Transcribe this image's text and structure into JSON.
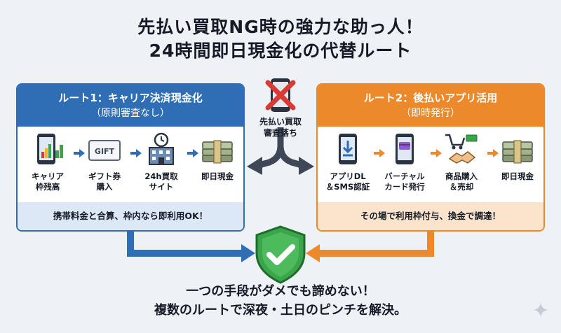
{
  "title": {
    "line1": "先払い買取NG時の強力な助っ人！",
    "line2": "24時間即日現金化の代替ルート"
  },
  "route1": {
    "title": "ルート1：キャリア決済現金化",
    "subtitle": "（原則審査なし）",
    "steps": [
      {
        "label": "キャリア\n枠残高",
        "icon": "smartphone-chart-icon"
      },
      {
        "label": "ギフト券\n購入",
        "icon": "gift-card-icon"
      },
      {
        "label": "24h買取\nサイト",
        "icon": "clock-building-icon"
      },
      {
        "label": "即日現金",
        "icon": "cash-stack-icon"
      }
    ],
    "footer": "携帯料金と合算、枠内なら即利用OK！",
    "color": "#2f6db5"
  },
  "route2": {
    "title": "ルート2：後払いアプリ活用",
    "subtitle": "（即時発行）",
    "steps": [
      {
        "label": "アプリDL\n＆SMS認証",
        "icon": "smartphone-download-icon"
      },
      {
        "label": "バーチャル\nカード発行",
        "icon": "virtual-card-icon"
      },
      {
        "label": "商品購入\n＆売却",
        "icon": "cart-handshake-icon"
      },
      {
        "label": "即日現金",
        "icon": "cash-stack-icon"
      }
    ],
    "footer": "その場で利用枠付与、換金で調達！",
    "color": "#ec8a2b"
  },
  "center": {
    "label": "先払い買取\n審査落ち",
    "icon": "phone-rejected-icon"
  },
  "bottom": {
    "line1": "一つの手段がダメでも諦めない！",
    "line2": "複数のルートで深夜・土日のピンチを解決。"
  },
  "colors": {
    "blue": "#2f6db5",
    "orange": "#ec8a2b",
    "green": "#3aa54a",
    "red": "#d83a35",
    "background": "#eef1f5"
  }
}
